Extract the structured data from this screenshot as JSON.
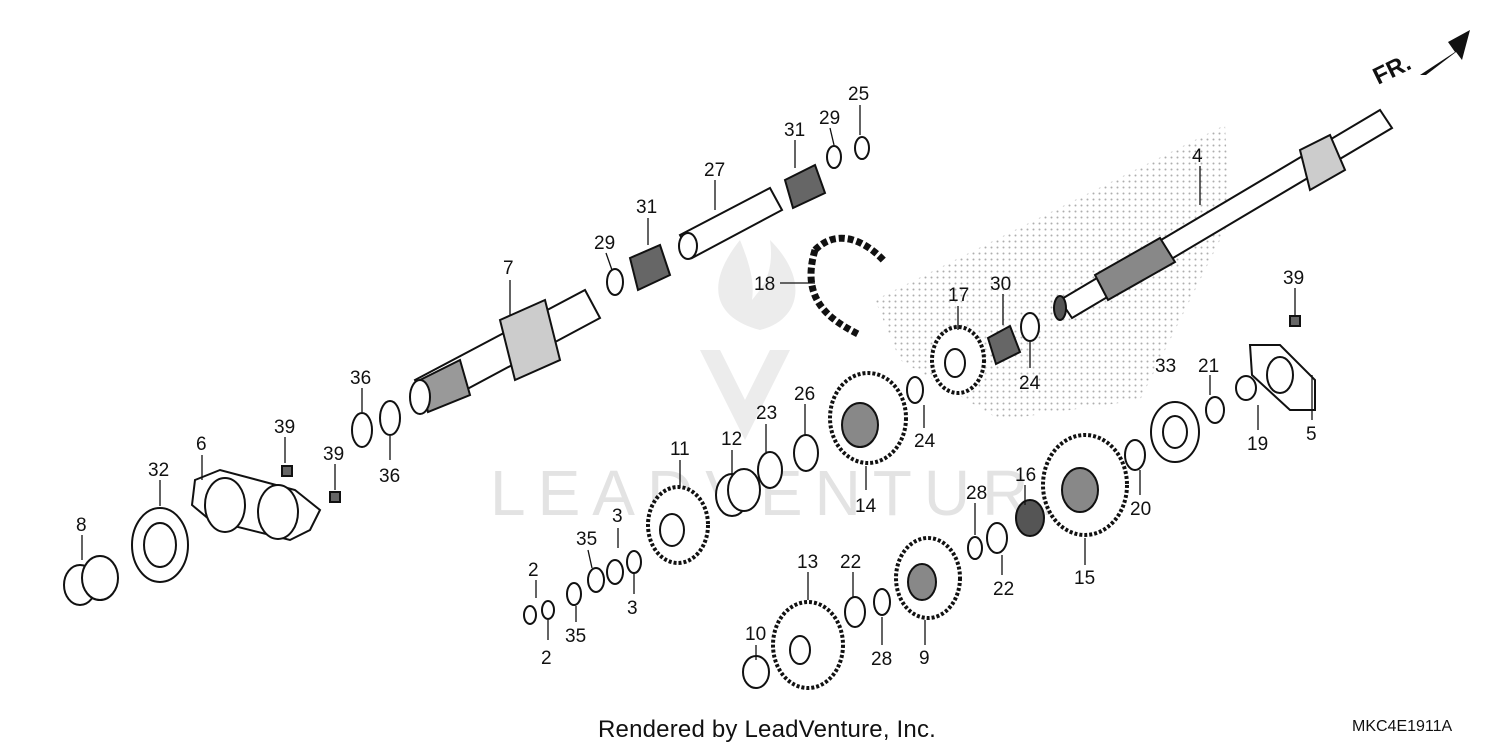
{
  "watermark": {
    "text": "LEADVENTURE"
  },
  "direction": {
    "label": "FR."
  },
  "callouts": [
    "2",
    "2",
    "3",
    "3",
    "4",
    "5",
    "6",
    "7",
    "8",
    "9",
    "10",
    "11",
    "12",
    "13",
    "14",
    "15",
    "16",
    "17",
    "18",
    "19",
    "20",
    "21",
    "22",
    "22",
    "23",
    "24",
    "24",
    "25",
    "26",
    "27",
    "28",
    "28",
    "29",
    "29",
    "30",
    "31",
    "31",
    "32",
    "33",
    "35",
    "35",
    "36",
    "36",
    "39",
    "39",
    "39"
  ],
  "footer": {
    "rendered_by": "Rendered by LeadVenture, Inc.",
    "diagram_code": "MKC4E1911A"
  }
}
